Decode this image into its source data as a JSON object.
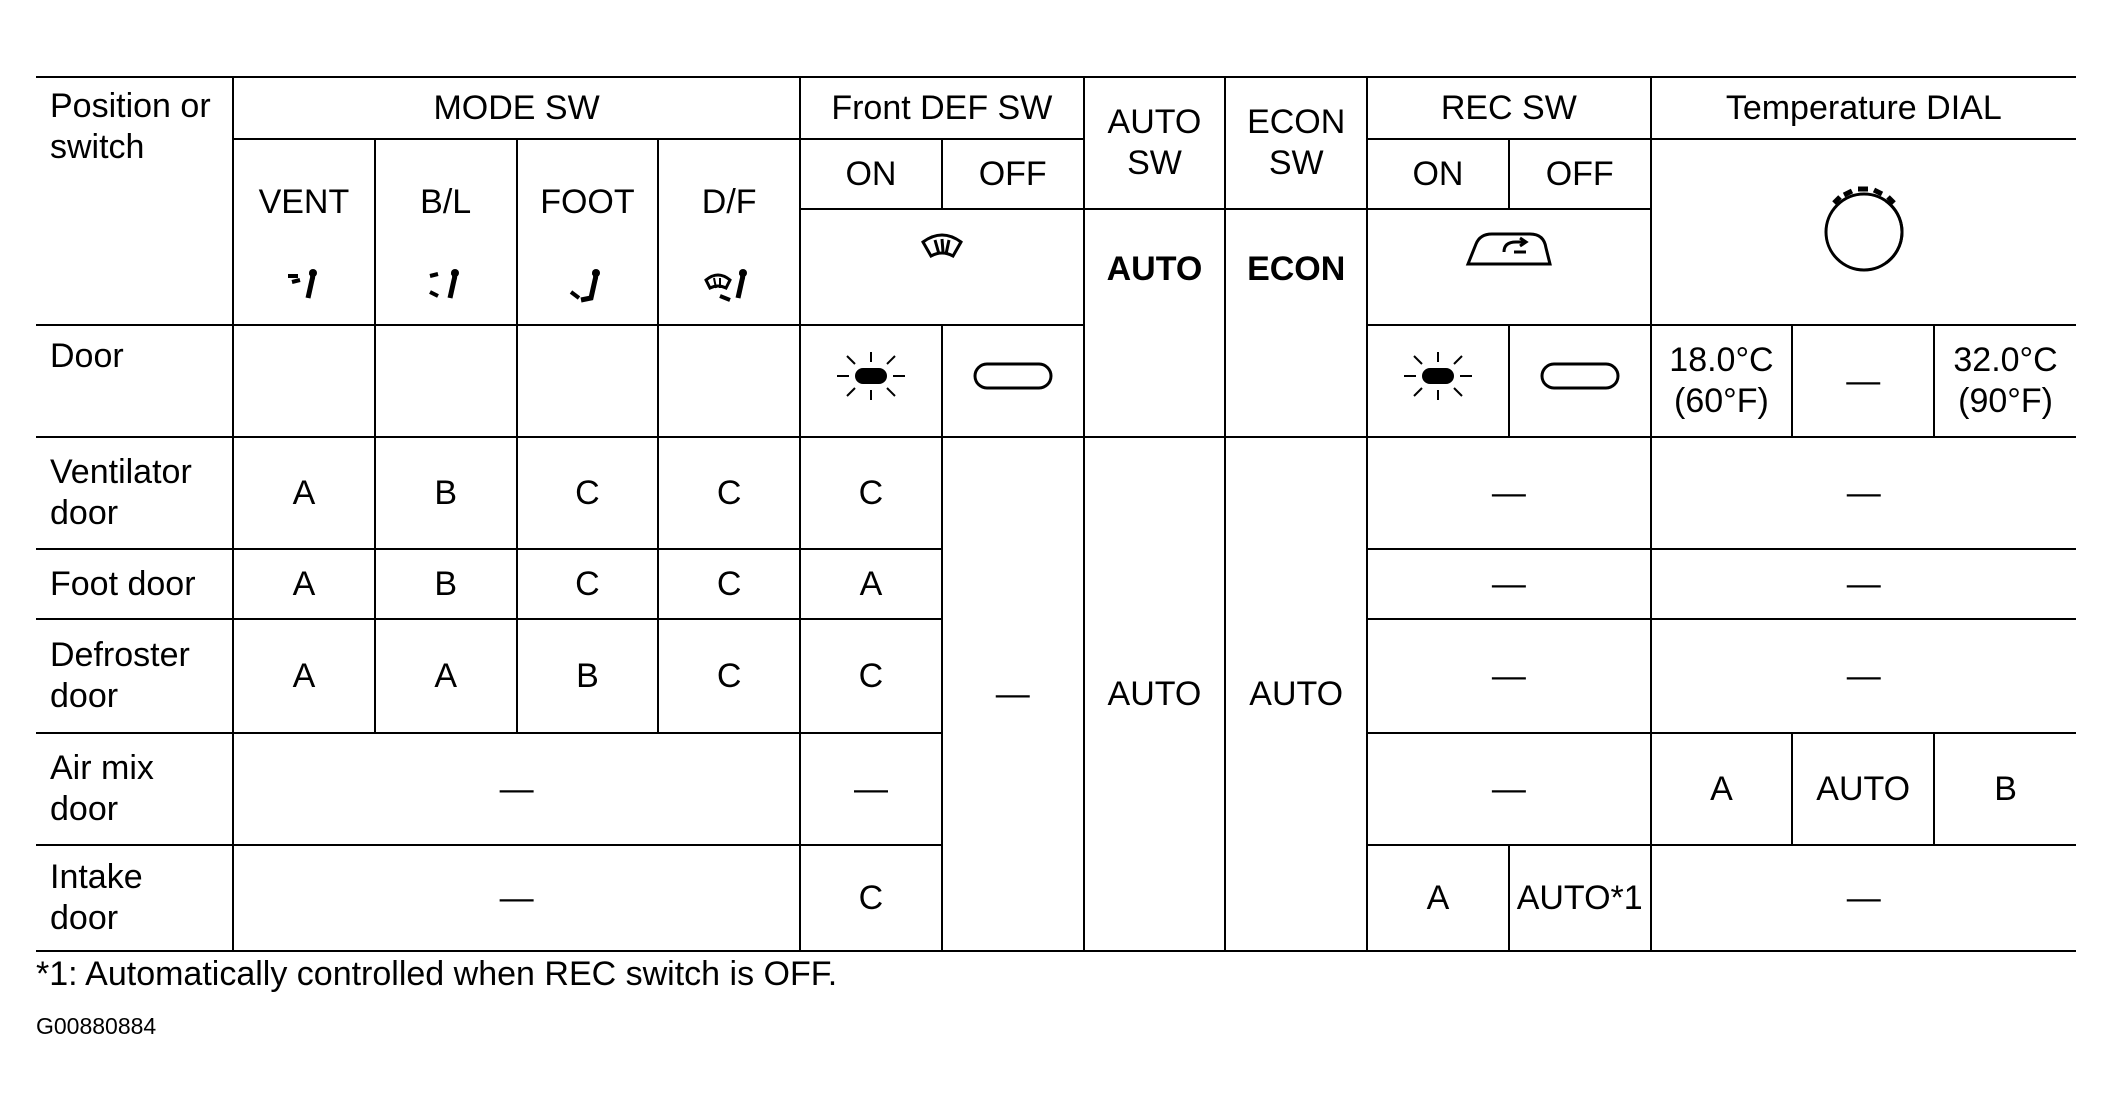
{
  "header": {
    "position_or_switch": [
      "Position or",
      "switch"
    ],
    "mode_sw": "MODE SW",
    "mode_cols": [
      "VENT",
      "B/L",
      "FOOT",
      "D/F"
    ],
    "front_def_sw": "Front DEF SW",
    "front_def_cols": [
      "ON",
      "OFF"
    ],
    "auto_sw": [
      "AUTO",
      "SW"
    ],
    "econ_sw": [
      "ECON",
      "SW"
    ],
    "rec_sw": "REC SW",
    "rec_cols": [
      "ON",
      "OFF"
    ],
    "temp_dial": "Temperature DIAL",
    "auto_icon_text": "AUTO",
    "econ_icon_text": "ECON",
    "door_label": "Door",
    "temp_low": [
      "18.0°C",
      "(60°F)"
    ],
    "temp_mid": "—",
    "temp_high": [
      "32.0°C",
      "(90°F)"
    ]
  },
  "rows": {
    "ventilator": {
      "label": [
        "Ventilator",
        "door"
      ],
      "mode": [
        "A",
        "B",
        "C",
        "C"
      ],
      "def_on": "C",
      "rec": "—",
      "temp": "—"
    },
    "foot": {
      "label": [
        "Foot door"
      ],
      "mode": [
        "A",
        "B",
        "C",
        "C"
      ],
      "def_on": "A",
      "rec": "—",
      "temp": "—"
    },
    "defroster": {
      "label": [
        "Defroster",
        "door"
      ],
      "mode": [
        "A",
        "A",
        "B",
        "C"
      ],
      "def_on": "C",
      "rec": "—",
      "temp": "—"
    },
    "airmix": {
      "label": [
        "Air mix",
        "door"
      ],
      "mode_merged": "—",
      "def_on": "—",
      "rec": "—",
      "temp": [
        "A",
        "AUTO",
        "B"
      ]
    },
    "intake": {
      "label": [
        "Intake",
        "door"
      ],
      "mode_merged": "—",
      "def_on": "C",
      "rec_on": "A",
      "rec_off": "AUTO*1",
      "temp": "—"
    },
    "def_off_merged": "—",
    "auto_merged": "AUTO",
    "econ_merged": "AUTO"
  },
  "footnote": "*1: Automatically controlled when REC switch is OFF.",
  "figure_code": "G00880884",
  "icons": [
    "vent-mode-icon",
    "bilevel-mode-icon",
    "foot-mode-icon",
    "defrost-foot-mode-icon",
    "front-defroster-icon",
    "recirculation-icon",
    "temperature-dial-icon",
    "indicator-on-icon",
    "indicator-off-icon"
  ]
}
